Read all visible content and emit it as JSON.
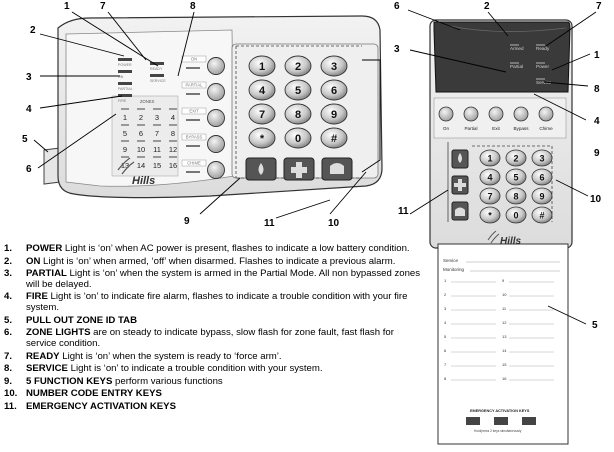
{
  "callouts_left": [
    "1",
    "7",
    "8",
    "2",
    "3",
    "4",
    "5",
    "6",
    "9",
    "11",
    "10"
  ],
  "callouts_right": [
    "6",
    "2",
    "7",
    "3",
    "1",
    "8",
    "4",
    "9",
    "11",
    "10",
    "5"
  ],
  "left_keypad": {
    "function_keys": [
      "ON",
      "PARTIAL",
      "EXIT",
      "BYPASS",
      "CHIME"
    ],
    "number_keys": [
      "1",
      "2",
      "3",
      "4",
      "5",
      "6",
      "7",
      "8",
      "9",
      "*",
      "0",
      "#"
    ],
    "zone_header": "ZONES",
    "zone_numbers": [
      "1",
      "2",
      "3",
      "4",
      "5",
      "6",
      "7",
      "8",
      "9",
      "10",
      "11",
      "12",
      "13",
      "14",
      "15",
      "16"
    ],
    "indicator_labels": [
      "POWER",
      "ON",
      "PARTIAL",
      "FIRE",
      "READY",
      "SERVICE"
    ],
    "brand": "Hills"
  },
  "right_keypad": {
    "indicator_labels": [
      "Armed",
      "Ready",
      "Partial",
      "Power",
      "Service"
    ],
    "function_keys": [
      "On",
      "Partial",
      "Exit",
      "Bypass",
      "Chime"
    ],
    "number_keys": [
      "1",
      "2",
      "3",
      "4",
      "5",
      "6",
      "7",
      "8",
      "9",
      "*",
      "0",
      "#"
    ],
    "brand": "Hills",
    "card": {
      "service_label": "Service",
      "monitoring_label": "Monitoring",
      "zone_numbers": [
        "1",
        "2",
        "3",
        "4",
        "5",
        "6",
        "7",
        "8",
        "9",
        "10",
        "11",
        "12",
        "13",
        "14",
        "15",
        "16"
      ],
      "emergency_title": "EMERGENCY ACTIVATION KEYS",
      "emergency_note": "Hold/press 2 keys simultaneously"
    }
  },
  "legend": [
    {
      "num": "1.",
      "term": "POWER",
      "text": " Light is ‘on’ when AC power is present, flashes to indicate a low battery condition."
    },
    {
      "num": "2.",
      "term": "ON",
      "text": " Light is ‘on’ when armed, ‘off’ when disarmed.  Flashes to indicate a previous alarm."
    },
    {
      "num": "3.",
      "term": "PARTIAL",
      "text": " Light is ‘on’ when the system is armed in the Partial Mode.  All non bypassed zones will be delayed."
    },
    {
      "num": "4.",
      "term": "FIRE",
      "text": " Light is ‘on’ to indicate fire alarm, flashes to indicate a trouble condition with your fire system."
    },
    {
      "num": "5.",
      "term": "PULL OUT ZONE ID TAB",
      "text": ""
    },
    {
      "num": "6.",
      "term": "ZONE LIGHTS",
      "text": " are on steady to indicate bypass, slow flash for zone fault, fast flash for service condition."
    },
    {
      "num": "7.",
      "term": "READY",
      "text": " Light is ‘on’ when the system is ready to ‘force arm’."
    },
    {
      "num": "8.",
      "term": "SERVICE",
      "text": " Light is ‘on’ to indicate a trouble condition with your system."
    },
    {
      "num": "9.",
      "term": "5 FUNCTION KEYS",
      "text": " perform various functions"
    },
    {
      "num": "10.",
      "term": "NUMBER CODE ENTRY KEYS",
      "text": ""
    },
    {
      "num": "11.",
      "term": "EMERGENCY ACTIVATION KEYS",
      "text": ""
    }
  ]
}
